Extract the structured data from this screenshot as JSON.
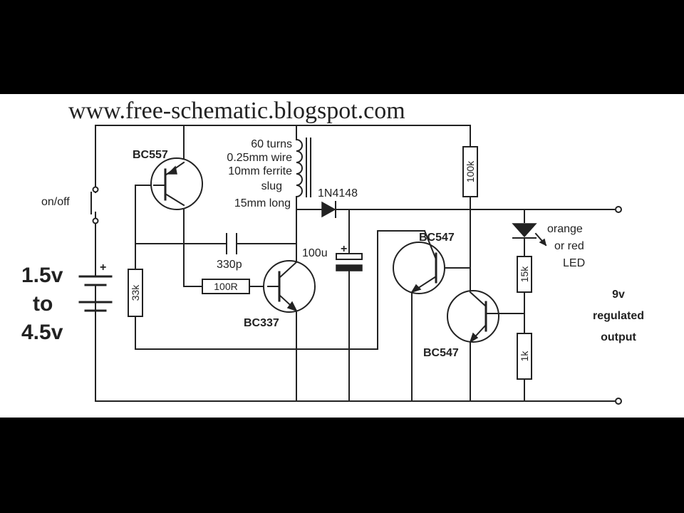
{
  "site_url": "www.free-schematic.blogspot.com",
  "supply": {
    "line1": "1.5v",
    "line2": "to",
    "line3": "4.5v"
  },
  "switch_label": "on/off",
  "transistors": {
    "q1": "BC557",
    "q2": "BC337",
    "q3": "BC547",
    "q4": "BC547"
  },
  "diode": "1N4148",
  "coil": {
    "l1": "60 turns",
    "l2": "0.25mm wire",
    "l3": "10mm ferrite",
    "l4": "slug",
    "l5": "15mm long"
  },
  "capacitors": {
    "c1": "330p",
    "c2": "100u"
  },
  "resistors": {
    "r1": "100R",
    "r2": "33k",
    "r3": "100k",
    "r4": "15k",
    "r5": "1k"
  },
  "led": {
    "l1": "orange",
    "l2": "or red",
    "l3": "LED"
  },
  "output": {
    "l1": "9v",
    "l2": "regulated",
    "l3": "output"
  },
  "plus_sign": "+"
}
